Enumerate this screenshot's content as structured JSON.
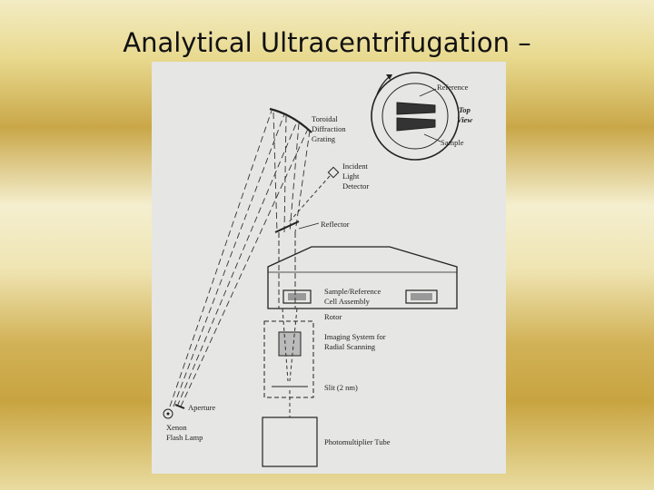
{
  "slide": {
    "title": "Analytical Ultracentrifugation –"
  },
  "diagram": {
    "labels": {
      "reference": "Reference",
      "top": "Top",
      "view": "View",
      "sample": "Sample",
      "grating_1": "Toroidal",
      "grating_2": "Diffraction",
      "grating_3": "Grating",
      "detector_1": "Incident",
      "detector_2": "Light",
      "detector_3": "Detector",
      "reflector": "Reflector",
      "cell_1": "Sample/Reference",
      "cell_2": "Cell Assembly",
      "rotor": "Rotor",
      "imaging_1": "Imaging System for",
      "imaging_2": "Radial Scanning",
      "slit": "Slit (2 nm)",
      "aperture": "Aperture",
      "lamp_1": "Xenon",
      "lamp_2": "Flash Lamp",
      "pmt": "Photomultiplier Tube"
    }
  }
}
